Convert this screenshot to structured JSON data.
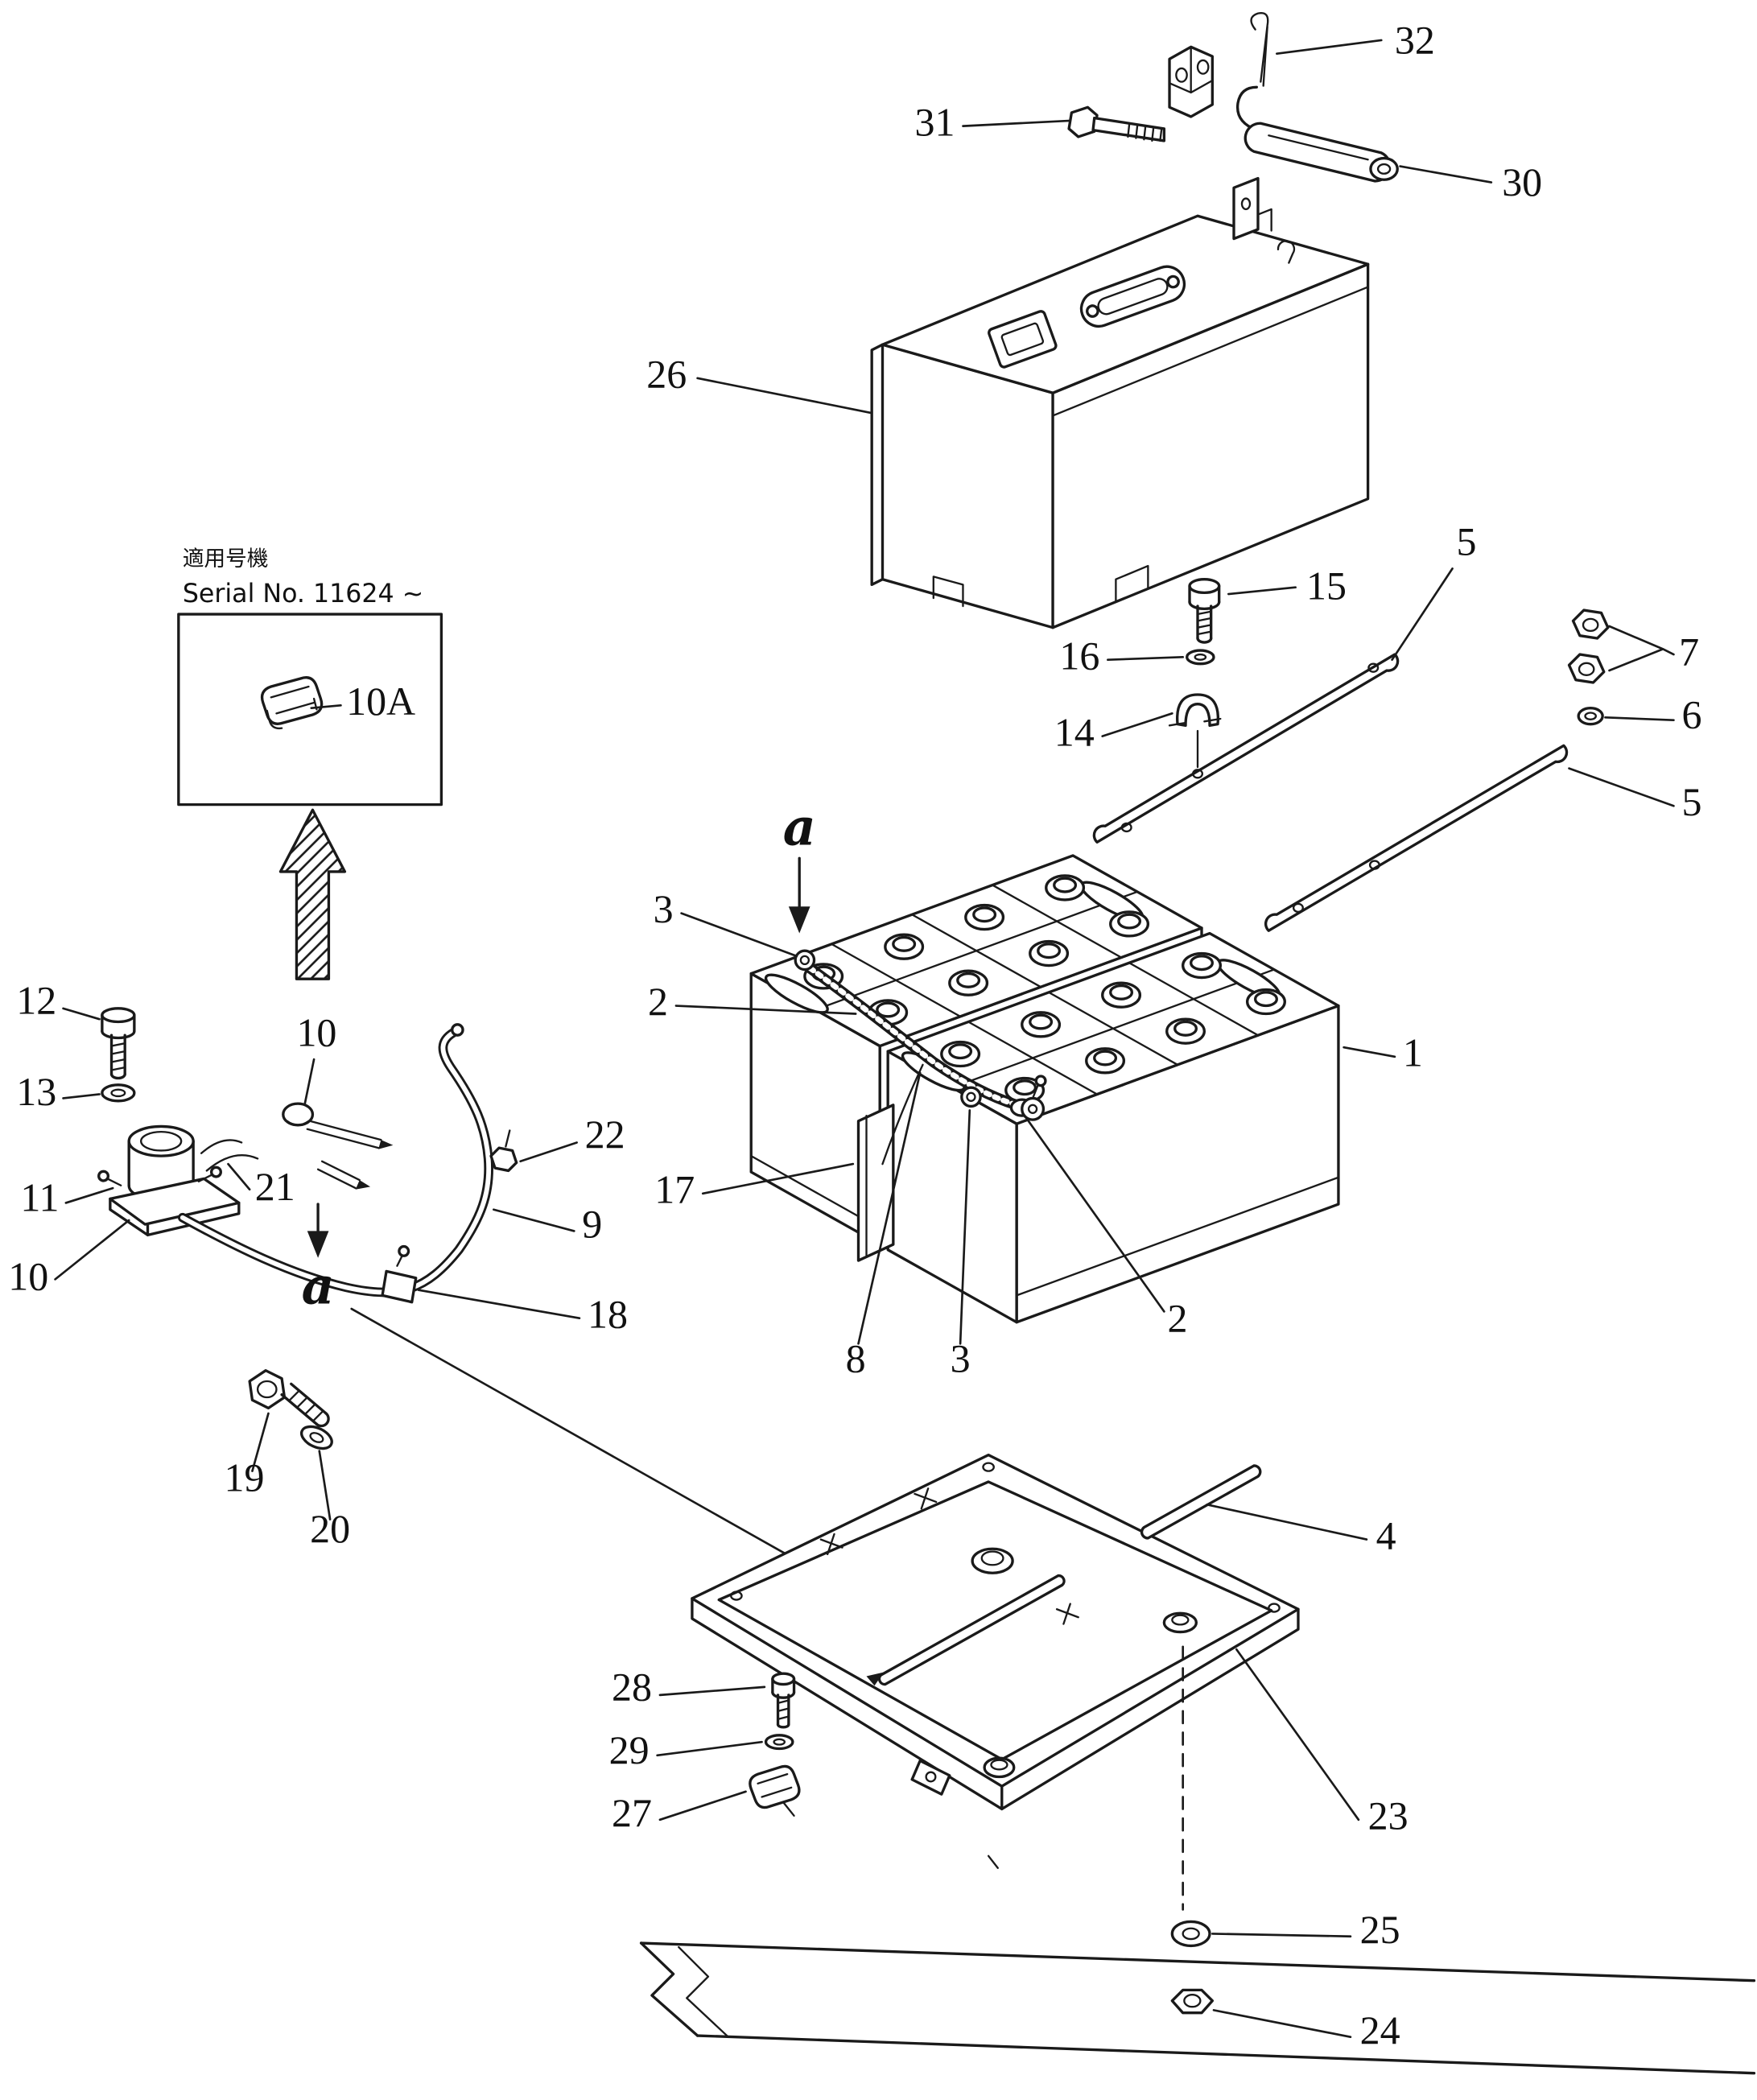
{
  "figure": {
    "type": "exploded-parts-diagram",
    "ink_color": "#1a1a1a",
    "paper_color": "#ffffff"
  },
  "serial_note": {
    "line1": "適用号機",
    "line2": "Serial No. 11624 ~"
  },
  "markers": {
    "top": "a",
    "left": "a"
  },
  "callouts": [
    {
      "num": "32",
      "part": "cotter-pin"
    },
    {
      "num": "31",
      "part": "bolt"
    },
    {
      "num": "30",
      "part": "latch-lever"
    },
    {
      "num": "26",
      "part": "battery-cover"
    },
    {
      "num": "15",
      "part": "bolt"
    },
    {
      "num": "16",
      "part": "washer"
    },
    {
      "num": "14",
      "part": "clamp"
    },
    {
      "num": "5",
      "part": "hold-down-rod"
    },
    {
      "num": "7",
      "part": "nut"
    },
    {
      "num": "6",
      "part": "washer"
    },
    {
      "num": "5",
      "part": "hold-down-rod"
    },
    {
      "num": "1",
      "part": "battery"
    },
    {
      "num": "3",
      "part": "terminal"
    },
    {
      "num": "2",
      "part": "battery-cable"
    },
    {
      "num": "17",
      "part": "spacer-plate"
    },
    {
      "num": "8",
      "part": "wire"
    },
    {
      "num": "3",
      "part": "terminal"
    },
    {
      "num": "2",
      "part": "battery-cable"
    },
    {
      "num": "10A",
      "part": "clip"
    },
    {
      "num": "10",
      "part": "clip"
    },
    {
      "num": "12",
      "part": "bolt"
    },
    {
      "num": "13",
      "part": "washer"
    },
    {
      "num": "11",
      "part": "battery-relay-switch"
    },
    {
      "num": "21",
      "part": "wiring"
    },
    {
      "num": "10",
      "part": "clip"
    },
    {
      "num": "22",
      "part": "fitting"
    },
    {
      "num": "9",
      "part": "tube"
    },
    {
      "num": "18",
      "part": "clamp"
    },
    {
      "num": "19",
      "part": "bolt"
    },
    {
      "num": "20",
      "part": "washer"
    },
    {
      "num": "4",
      "part": "rod"
    },
    {
      "num": "28",
      "part": "bolt"
    },
    {
      "num": "29",
      "part": "washer"
    },
    {
      "num": "27",
      "part": "clip"
    },
    {
      "num": "23",
      "part": "battery-tray"
    },
    {
      "num": "25",
      "part": "washer"
    },
    {
      "num": "24",
      "part": "nut"
    }
  ]
}
